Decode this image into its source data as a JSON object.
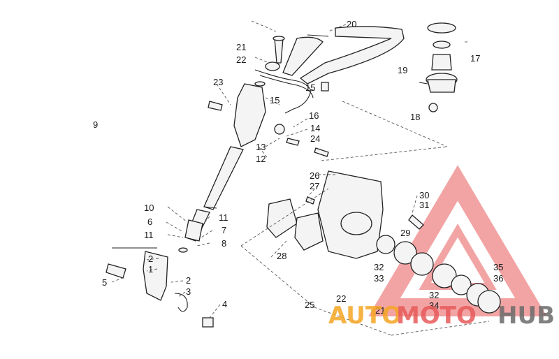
{
  "diagram": {
    "labels": [
      "9",
      "20",
      "21",
      "22",
      "23",
      "17",
      "19",
      "15",
      "15",
      "16",
      "14",
      "18",
      "13",
      "24",
      "12",
      "26",
      "27",
      "30",
      "31",
      "29",
      "10",
      "6",
      "11",
      "11",
      "7",
      "8",
      "28",
      "2",
      "1",
      "5",
      "32",
      "33",
      "35",
      "36",
      "2",
      "3",
      "22",
      "4",
      "25",
      "21",
      "32",
      "34"
    ],
    "colors": {
      "line": "#222222",
      "watermark_red": "#e85a5a",
      "watermark_orange": "#f5a623",
      "watermark_gray": "#6b6b6b"
    }
  },
  "watermark": {
    "part1": "AUTO",
    "part2": "MOTO",
    "part3": "HUB"
  }
}
